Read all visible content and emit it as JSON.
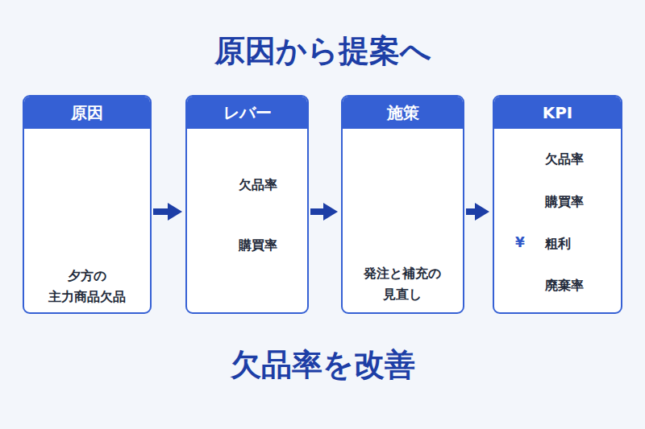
{
  "diagram": {
    "title": "原因から提案へ",
    "caption": "欠品率を改善",
    "nodes": [
      {
        "text": [
          "原因",
          "夕方の 主力商品欠品"
        ]
      },
      {
        "text": [
          "レバー",
          "欠品率",
          "購買率"
        ]
      },
      {
        "text": [
          "施策",
          "発注と補充の 見直し"
        ]
      },
      {
        "text": [
          "KPI",
          "欠品率",
          "購買率",
          "粗利",
          "廃棄率"
        ]
      }
    ],
    "edges": [
      {
        "from": 0,
        "to": 1,
        "arrow": "to"
      },
      {
        "from": 1,
        "to": 2,
        "arrow": "to"
      },
      {
        "from": 2,
        "to": 3,
        "arrow": "to"
      }
    ],
    "labels": [
      "¥"
    ]
  }
}
